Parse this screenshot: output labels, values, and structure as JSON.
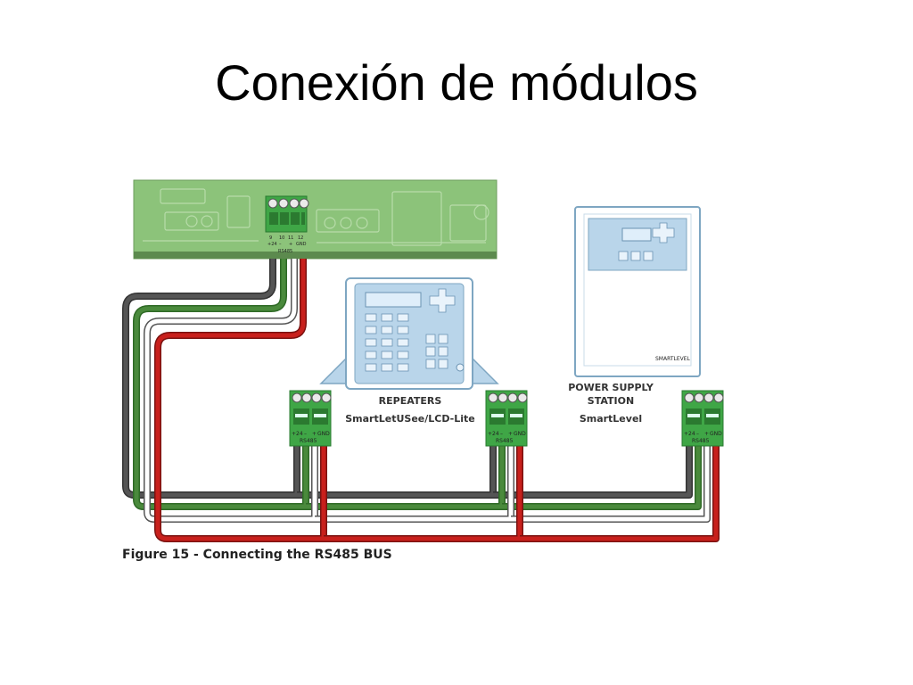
{
  "slide": {
    "title": "Conexión de módulos"
  },
  "figure": {
    "caption": "Figure 15 - Connecting the RS485 BUS",
    "board": {
      "terminal_pins": [
        "+24",
        "–",
        "+",
        "GND"
      ],
      "terminal_numbers": [
        "9",
        "10",
        "11",
        "12"
      ],
      "bus_label": "RS485"
    },
    "repeater": {
      "title": "REPEATERS",
      "model": "SmartLetUSee/LCD-Lite"
    },
    "power_supply": {
      "title_line1": "POWER SUPPLY",
      "title_line2": "STATION",
      "model": "SmartLevel",
      "brand": "SMARTLEVEL"
    },
    "module_terminal": {
      "pins": [
        "+24",
        "–",
        "+",
        "GND"
      ],
      "bus_label": "RS485"
    },
    "wire_colors": {
      "black": "#555555",
      "green": "#4a8a3c",
      "white": "#ffffff",
      "red": "#c8201c"
    },
    "colors": {
      "pcb": "#8cc37a",
      "terminal": "#3fa646",
      "device": "#b9d5ea"
    }
  }
}
